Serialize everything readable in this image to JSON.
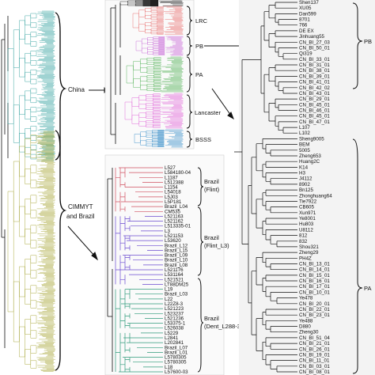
{
  "colors": {
    "china": "#2a9d9a",
    "cimmyt": "#a3a12e",
    "lrc": "#e86a6a",
    "pb": "#c86ad8",
    "pa": "#4caf50",
    "lancaster": "#e060d8",
    "bsss": "#3a8fc9",
    "flint": "#d05060",
    "flint_l3": "#6a4ad0",
    "dent": "#2e9a7a",
    "black": "#111111",
    "panel_bg": "#f3f3f3"
  },
  "labels": {
    "china": "China",
    "cimmyt_line1": "CIMMYT",
    "cimmyt_line2": "and Brazil",
    "lrc": "LRC",
    "pb": "PB",
    "pa": "PA",
    "lancaster": "Lancaster",
    "bsss": "BSSS",
    "brazil_flint_1": "Brazil",
    "brazil_flint_2": "(Flint)",
    "brazil_flintl3_1": "Brazil",
    "brazil_flintl3_2": "(Flint_L3)",
    "brazil_dent_1": "Brazil",
    "brazil_dent_2": "(Dent_L288-3)",
    "right_pb": "PB",
    "right_pa": "PA"
  },
  "upper_right_tips": [
    "Shen137",
    "XU05",
    "Dan599",
    "8701",
    "766",
    "DE EX",
    "Jinhuang55",
    "CN_BI_27_03",
    "CN_BI_50_01",
    "Qi319",
    "CN_BI_33_01",
    "CN_BI_31_01",
    "CN_BI_38_01",
    "CN_BI_39_01",
    "CN_BI_41_01",
    "CN_BI_42_02",
    "CN_BI_43_01",
    "CN_BI_29_01",
    "CN_BI_45_01",
    "CN_BI_46_01",
    "CN_BI_45_01",
    "CN_BI_47_01",
    "L107",
    "L102",
    "Sheng9005",
    "BEM",
    "5005",
    "Zheng653",
    "Huang2C",
    "K14",
    "H3",
    "J4112",
    "8902",
    "Bn125",
    "Zhonghuang64",
    "Tie7922",
    "CB605",
    "Xun971",
    "Ye8001",
    "Hu803",
    "U8112",
    "812",
    "832",
    "Shou321",
    "Zheng29",
    "PH4Z",
    "CN_BI_13_01",
    "CN_BI_14_01",
    "CN_BI_15_01",
    "CN_BI_16_01",
    "CN_BI_17_01",
    "CN_BI_10_01",
    "Ye478",
    "CN_BI_20_01",
    "CN_BI_22_01",
    "CN_BI_23_01",
    "Ye488",
    "D880",
    "Zheng30",
    "CN_BI_51_04",
    "CN_BI_21_01",
    "CN_BI_26_01",
    "CN_BI_19_01",
    "CN_BI_11_01",
    "CN_BI_03_01",
    "CN_BI_08_01"
  ],
  "lower_mid_tips": [
    "L527",
    "L584180-04",
    "L1187",
    "L512388",
    "L1154",
    "L54018",
    "L5J03",
    "L5P181",
    "Brazil_L04",
    "CM535",
    "L521163",
    "L521162",
    "L513335-01",
    "L3",
    "L521153",
    "L53620",
    "Brazil_L12",
    "Brazil_L15",
    "Brazil_L09",
    "Brazil_L10",
    "Brazil_L08",
    "L521176",
    "L531164",
    "L521521",
    "LT88DM25",
    "L19",
    "Brazil_L03",
    "L22",
    "L22Z8-3",
    "L521223",
    "L523237",
    "L521236",
    "L53375-1",
    "L526038",
    "L5229",
    "L2841",
    "L202841",
    "Brazil_L07",
    "Brazil_L01",
    "L5780305",
    "L5780305",
    "L18",
    "L57600-03"
  ]
}
